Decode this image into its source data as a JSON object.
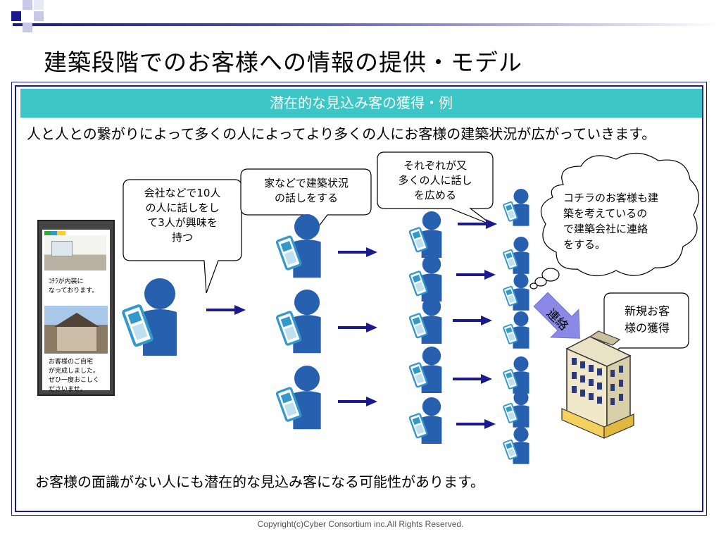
{
  "title": "建築段階でのお客様への情報の提供・モデル",
  "banner": "潜在的な見込み客の獲得・例",
  "intro": "人と人との繋がりによって多くの人によってより多くの人にお客様の建築状況が広がっていきます。",
  "bubbles": {
    "b1": [
      "会社などで10人",
      "の人に話しをし",
      "て3人が興味を",
      "持つ"
    ],
    "b2": [
      "家などで建築状況",
      "の話しをする"
    ],
    "b3": [
      "それぞれが又",
      "多くの人に話し",
      "を広める"
    ],
    "cloud": [
      "コチラのお客様も建",
      "築を考えているの",
      "で建築会社に連絡",
      "をする。"
    ],
    "new": [
      "新規お客",
      "様の獲得"
    ]
  },
  "contact_arrow_label": "連絡",
  "phone": {
    "text1": [
      "ｺﾁﾗが内装に",
      "なっております。"
    ],
    "text2": [
      "お客様のご自宅",
      "が完成しました。",
      "ぜひ一度おこしく",
      "ださいませ。"
    ]
  },
  "conclusion": "お客様の面識がない人にも潜在的な見込み客になる可能性があります。",
  "copyright": "Copyright(c)Cyber Consortium inc.All Rights Reserved.",
  "colors": {
    "navy": "#1a1a8c",
    "banner": "#3cc6c6",
    "person": "#2860b0",
    "phone": "#3399cc",
    "contact_arrow": "#8a8ae6"
  },
  "icons": [
    "person-with-phone-icon",
    "arrow-right-icon",
    "building-icon",
    "thought-cloud"
  ]
}
